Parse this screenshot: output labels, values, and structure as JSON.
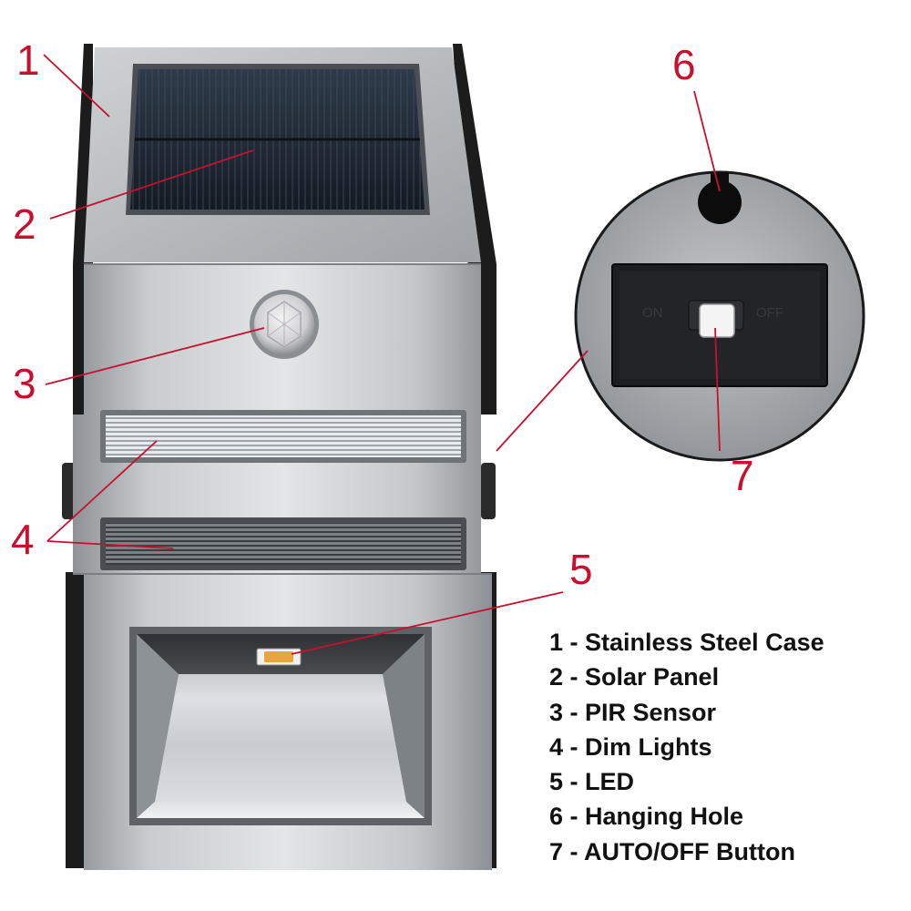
{
  "callouts": [
    "1",
    "2",
    "3",
    "4",
    "5",
    "6",
    "7"
  ],
  "switch": {
    "on_label": "ON",
    "off_label": "OFF"
  },
  "legend": [
    "1 - Stainless Steel Case",
    "2 - Solar Panel",
    "3 - PIR Sensor",
    "4 - Dim Lights",
    "5 - LED",
    "6 - Hanging Hole",
    "7 - AUTO/OFF Button"
  ],
  "colors": {
    "callout": "#c8102e",
    "steel": "#b9bcbf",
    "case_edge": "#1c1c1c",
    "solar": "#1e2a38"
  }
}
